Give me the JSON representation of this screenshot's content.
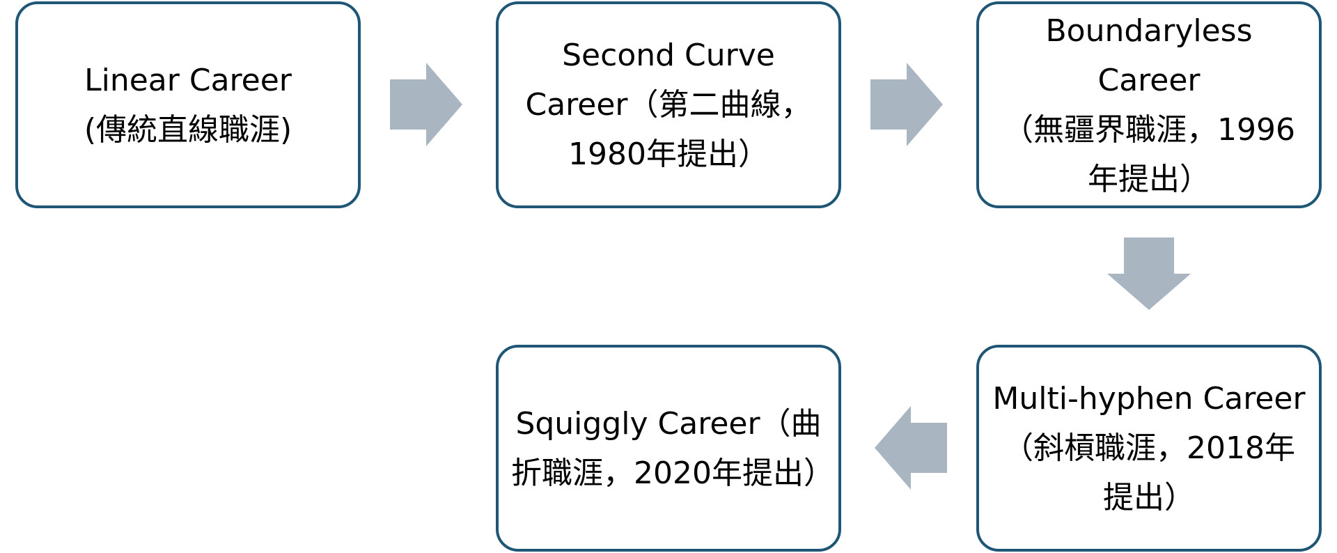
{
  "diagram": {
    "nodes": [
      {
        "id": "linear",
        "lines": [
          "Linear Career",
          "(傳統直線職涯)"
        ]
      },
      {
        "id": "second-curve",
        "lines": [
          "Second Curve",
          "Career（第二曲線，",
          "1980年提出）"
        ]
      },
      {
        "id": "boundaryless",
        "lines": [
          "Boundaryless Career",
          "（無疆界職涯，1996",
          "年提出）"
        ]
      },
      {
        "id": "multi-hyphen",
        "lines": [
          "Multi-hyphen Career",
          "（斜槓職涯，2018年",
          "提出）"
        ]
      },
      {
        "id": "squiggly",
        "lines": [
          "Squiggly Career（曲",
          "折職涯，2020年提出）"
        ]
      }
    ],
    "edges": [
      {
        "from": "linear",
        "to": "second-curve",
        "direction": "right"
      },
      {
        "from": "second-curve",
        "to": "boundaryless",
        "direction": "right"
      },
      {
        "from": "boundaryless",
        "to": "multi-hyphen",
        "direction": "down"
      },
      {
        "from": "multi-hyphen",
        "to": "squiggly",
        "direction": "left"
      }
    ],
    "colors": {
      "box_border": "#1f5676",
      "arrow_fill": "#a9b5c0",
      "text": "#000000",
      "background": "#ffffff"
    }
  }
}
